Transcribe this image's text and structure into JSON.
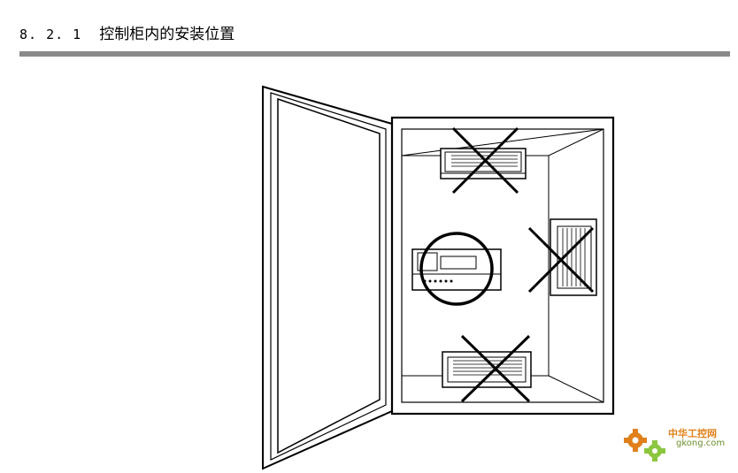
{
  "section": {
    "number": "8. 2. 1",
    "title": "控制柜内的安装位置"
  },
  "watermark": {
    "name": "中华工控网",
    "domain": "gkong.com",
    "icon": "gear-icon",
    "colors": {
      "orange": "#e0801a",
      "green": "#8cc63f"
    }
  },
  "colors": {
    "rule": "#8a8a8a",
    "line": "#000000"
  }
}
